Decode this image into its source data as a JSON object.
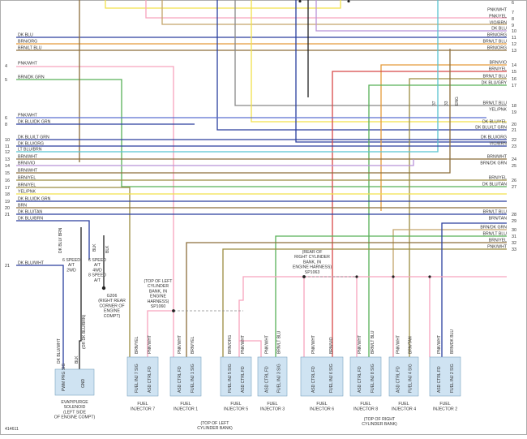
{
  "figure_id": "414611",
  "colors": {
    "yellow": "#f2e04a",
    "pink": "#f7a3bd",
    "violet": "#b892d8",
    "dk_blue": "#2a3f9e",
    "dk_blue_light": "#5b6fd0",
    "brown": "#8c6d3a",
    "orange": "#e59a3a",
    "green": "#58b058",
    "cyan": "#58c4d0",
    "red": "#d84848",
    "gray": "#888888",
    "olive": "#9a8c40",
    "black": "#222222",
    "tan": "#c4a56a",
    "box": "#cfe3f2"
  },
  "left_wires": [
    {
      "label": "DK BLU",
      "pin": ""
    },
    {
      "label": "BRN/ORG",
      "pin": ""
    },
    {
      "label": "BRN/LT BLU",
      "pin": ""
    },
    {
      "label": "PNK/WHT",
      "pin": "4"
    },
    {
      "label": "BRN/DK GRN",
      "pin": "5"
    },
    {
      "label": "PNK/WHT",
      "pin": "6"
    },
    {
      "label": "DK BLU/DK GRN",
      "pin": "8"
    },
    {
      "label": "DK BLU/LT GRN",
      "pin": "10"
    },
    {
      "label": "DK BLU/ORG",
      "pin": "11"
    },
    {
      "label": "LT BLU/BRN",
      "pin": "12"
    },
    {
      "label": "BRN/WHT",
      "pin": "13"
    },
    {
      "label": "BRN/VIO",
      "pin": "14"
    },
    {
      "label": "BRN/WHT",
      "pin": "15"
    },
    {
      "label": "BRN/YEL",
      "pin": "16"
    },
    {
      "label": "BRN/YEL",
      "pin": "17"
    },
    {
      "label": "YEL/PNK",
      "pin": "18"
    },
    {
      "label": "DK BLU/DK GRN",
      "pin": "19"
    },
    {
      "label": "BRN",
      "pin": "20"
    },
    {
      "label": "DK BLU/TAN",
      "pin": "21"
    },
    {
      "label": "DK BLU/BRN",
      "pin": ""
    },
    {
      "label": "DK BLU/WHT",
      "pin": "21"
    }
  ],
  "right_wires": [
    {
      "label": "",
      "pin": "6"
    },
    {
      "label": "PNK/WHT",
      "pin": "7"
    },
    {
      "label": "PNK/YEL",
      "pin": "8"
    },
    {
      "label": "VIO/BRN",
      "pin": "9"
    },
    {
      "label": "DK BLU",
      "pin": "10"
    },
    {
      "label": "BRN/ORG",
      "pin": "11"
    },
    {
      "label": "BRN/LT BLU",
      "pin": "12"
    },
    {
      "label": "BRN/ORG",
      "pin": "13"
    },
    {
      "label": "BRN/VIO",
      "pin": "14"
    },
    {
      "label": "BRN/YEL",
      "pin": "15"
    },
    {
      "label": "BRN/LT BLU",
      "pin": "16"
    },
    {
      "label": "DK BLU/GRY",
      "pin": "17"
    },
    {
      "label": "BRN/LT BLU",
      "pin": "18"
    },
    {
      "label": "YEL/PNK",
      "pin": "19"
    },
    {
      "label": "DK BLU/YEL",
      "pin": "20"
    },
    {
      "label": "DK BLU/LT GRN",
      "pin": "21"
    },
    {
      "label": "DK BLU/ORG",
      "pin": "22"
    },
    {
      "label": "VIO/BRN",
      "pin": "23"
    },
    {
      "label": "BRN/WHT",
      "pin": "24"
    },
    {
      "label": "BRN/DK GRN",
      "pin": "25"
    },
    {
      "label": "BRN/YEL",
      "pin": "26"
    },
    {
      "label": "DK BLU/TAN",
      "pin": "27"
    },
    {
      "label": "BRN/LT BLU",
      "pin": "28"
    },
    {
      "label": "BRN/TAN",
      "pin": "29"
    },
    {
      "label": "BRN/DK GRN",
      "pin": "30"
    },
    {
      "label": "BRN/LT BLU",
      "pin": "31"
    },
    {
      "label": "BRN/YEL",
      "pin": "32"
    },
    {
      "label": "PNK/WHT",
      "pin": "33"
    }
  ],
  "splice_marks": {
    "a": "37",
    "b": "33",
    "c": "ENG"
  },
  "notes": {
    "left_harness": [
      "(TOP OF LEFT",
      "CYLINDER",
      "BANK, IN",
      "ENGINE",
      "HARNESS)",
      "SP1060"
    ],
    "right_harness": [
      "(REAR OF",
      "RIGHT CYLINDER",
      "BANK, IN",
      "ENGINE HARNESS)",
      "SP1063"
    ],
    "ground": [
      "G206",
      "(RIGHT REAR",
      "CORNER OF",
      "ENGINE",
      "COMPT)"
    ],
    "config_a": [
      "6 SPEED",
      "A/T",
      "2WD"
    ],
    "config_b": [
      "6 SPEED",
      "A/T",
      "4WD",
      "8 SPEED",
      "A/T"
    ],
    "left_bank": [
      "(TOP OF LEFT",
      "CYLINDER BANK)"
    ],
    "right_bank": [
      "(TOP OF RIGHT",
      "CYLINDER BANK)"
    ]
  },
  "solenoid": {
    "pin_labels": [
      "PWM PRG SIG",
      "GND"
    ],
    "wire_labels": [
      "DK BLU/WHT",
      "BLK",
      "(OR DK BLU/BRN)"
    ],
    "caption": [
      "EVAP/PURGE",
      "SOLENOID",
      "(LEFT SIDE",
      "OF ENGINE COMPT)"
    ],
    "top_wires": [
      "DK BLU/ BRN",
      "BLK",
      "BLK"
    ]
  },
  "injectors": [
    {
      "name": [
        "FUEL",
        "INJECTOR 7"
      ],
      "pins": [
        "FUEL INJ 7 SIG",
        "ASD CTRL FD"
      ],
      "wires": [
        "BRN/YEL",
        "PNK/WHT"
      ]
    },
    {
      "name": [
        "FUEL",
        "INJECTOR 1"
      ],
      "pins": [
        "ASD CTRL FD",
        "FUEL INJ 1 SIG"
      ],
      "wires": [
        "PNK/WHT",
        "BRN/YEL"
      ]
    },
    {
      "name": [
        "FUEL",
        "INJECTOR 5"
      ],
      "pins": [
        "FUEL INJ 5 SIG",
        "ASD CTRL FD"
      ],
      "wires": [
        "BRN/ORG",
        "PNK/WHT"
      ]
    },
    {
      "name": [
        "FUEL",
        "INJECTOR 3"
      ],
      "pins": [
        "ASD CTRL FD",
        "FUEL INJ 3 SIG"
      ],
      "wires": [
        "PNK/WHT",
        "BRN/LT BLU"
      ]
    },
    {
      "name": [
        "FUEL",
        "INJECTOR 6"
      ],
      "pins": [
        "ASD CTRL FD",
        "FUEL INJ 6 SIG"
      ],
      "wires": [
        "PNK/WHT",
        "BRN/VIO"
      ]
    },
    {
      "name": [
        "FUEL",
        "INJECTOR 8"
      ],
      "pins": [
        "ASD CTRL FD",
        "FUEL INJ 8 SIG"
      ],
      "wires": [
        "PNK/WHT",
        "BRN/LT BLU"
      ]
    },
    {
      "name": [
        "FUEL",
        "INJECTOR 4"
      ],
      "pins": [
        "ASD CTRL FD",
        "FUEL INJ 4 SIG"
      ],
      "wires": [
        "PNK/WHT",
        "BRN/TAN"
      ]
    },
    {
      "name": [
        "FUEL",
        "INJECTOR 2"
      ],
      "pins": [
        "ASD CTRL FD",
        "FUEL INJ 2 SIG"
      ],
      "wires": [
        "PNK/WHT",
        "BRN/DK BLU"
      ]
    }
  ]
}
